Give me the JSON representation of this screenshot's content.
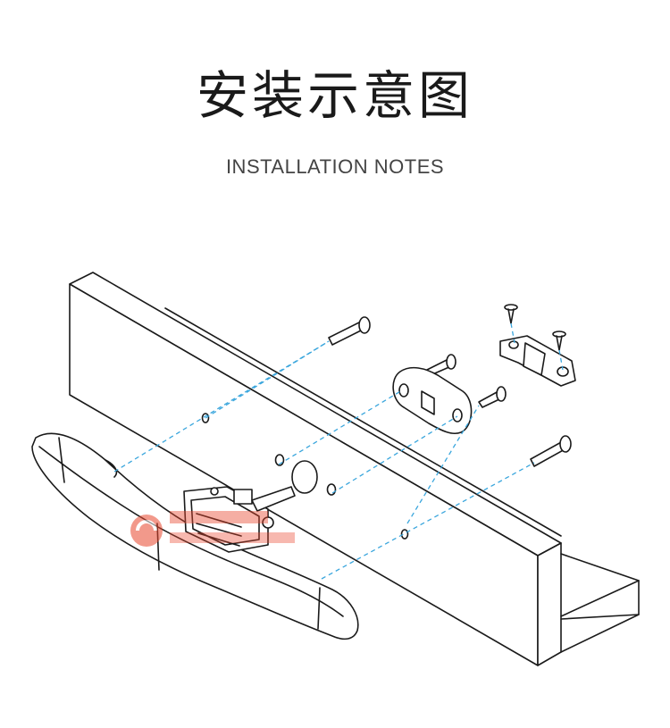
{
  "header": {
    "title": "安装示意图",
    "subtitle": "INSTALLATION NOTES"
  },
  "diagram": {
    "parts": [
      "frame-board",
      "handle",
      "lock-body",
      "mounting-plate",
      "strike-block",
      "screws"
    ],
    "line_color": "#1a1a1a",
    "guide_color": "#3aa6dd",
    "watermark_color": "#e8462d"
  }
}
